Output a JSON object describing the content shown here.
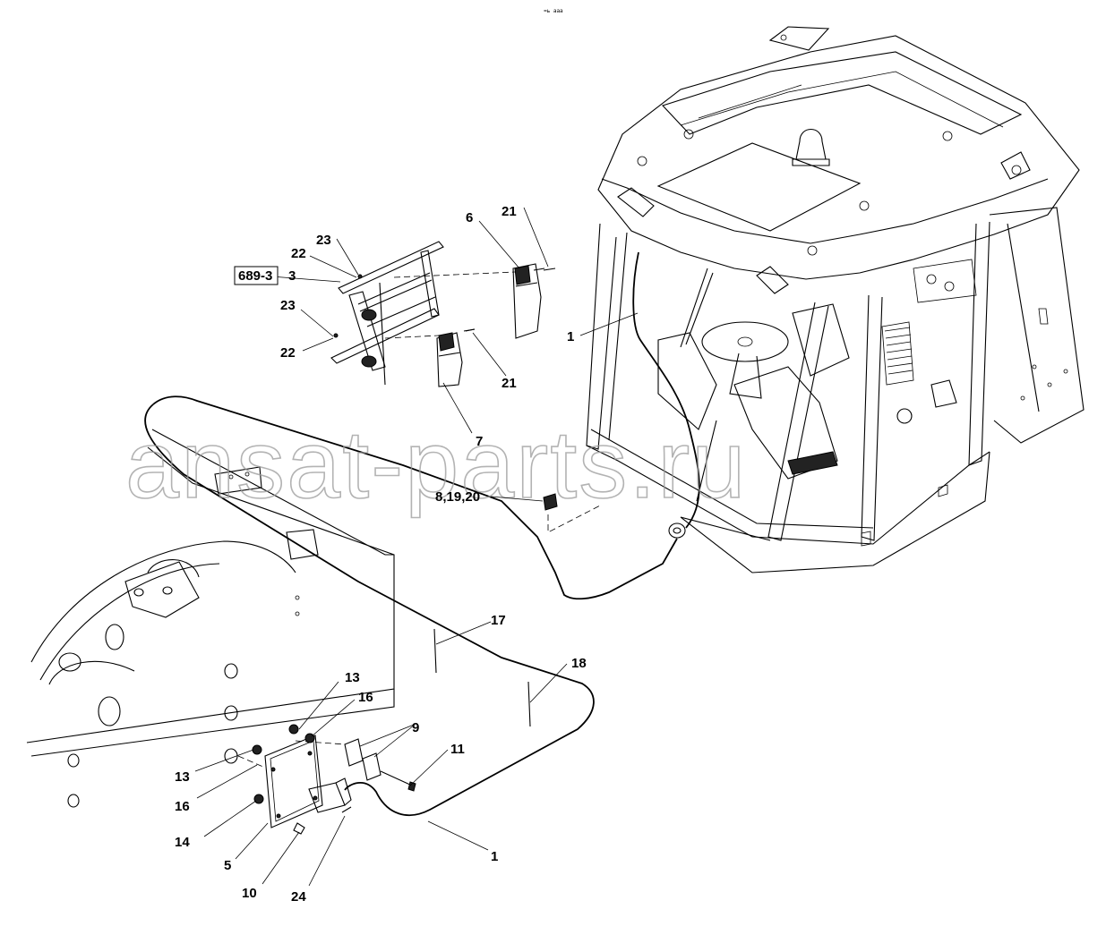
{
  "diagram": {
    "top_code": "≈ь ааа",
    "watermark": "ansat-parts.ru",
    "reference_box": "689-3",
    "callouts": [
      {
        "id": "c1a",
        "text": "1"
      },
      {
        "id": "c1b",
        "text": "1"
      },
      {
        "id": "c3",
        "text": "3"
      },
      {
        "id": "c5",
        "text": "5"
      },
      {
        "id": "c6",
        "text": "6"
      },
      {
        "id": "c7",
        "text": "7"
      },
      {
        "id": "c8",
        "text": "8,19,20"
      },
      {
        "id": "c9",
        "text": "9"
      },
      {
        "id": "c10",
        "text": "10"
      },
      {
        "id": "c11",
        "text": "11"
      },
      {
        "id": "c13a",
        "text": "13"
      },
      {
        "id": "c13b",
        "text": "13"
      },
      {
        "id": "c14",
        "text": "14"
      },
      {
        "id": "c16a",
        "text": "16"
      },
      {
        "id": "c16b",
        "text": "16"
      },
      {
        "id": "c17",
        "text": "17"
      },
      {
        "id": "c18",
        "text": "18"
      },
      {
        "id": "c21a",
        "text": "21"
      },
      {
        "id": "c21b",
        "text": "21"
      },
      {
        "id": "c22a",
        "text": "22"
      },
      {
        "id": "c22b",
        "text": "22"
      },
      {
        "id": "c23a",
        "text": "23"
      },
      {
        "id": "c23b",
        "text": "23"
      },
      {
        "id": "c24",
        "text": "24"
      }
    ]
  }
}
